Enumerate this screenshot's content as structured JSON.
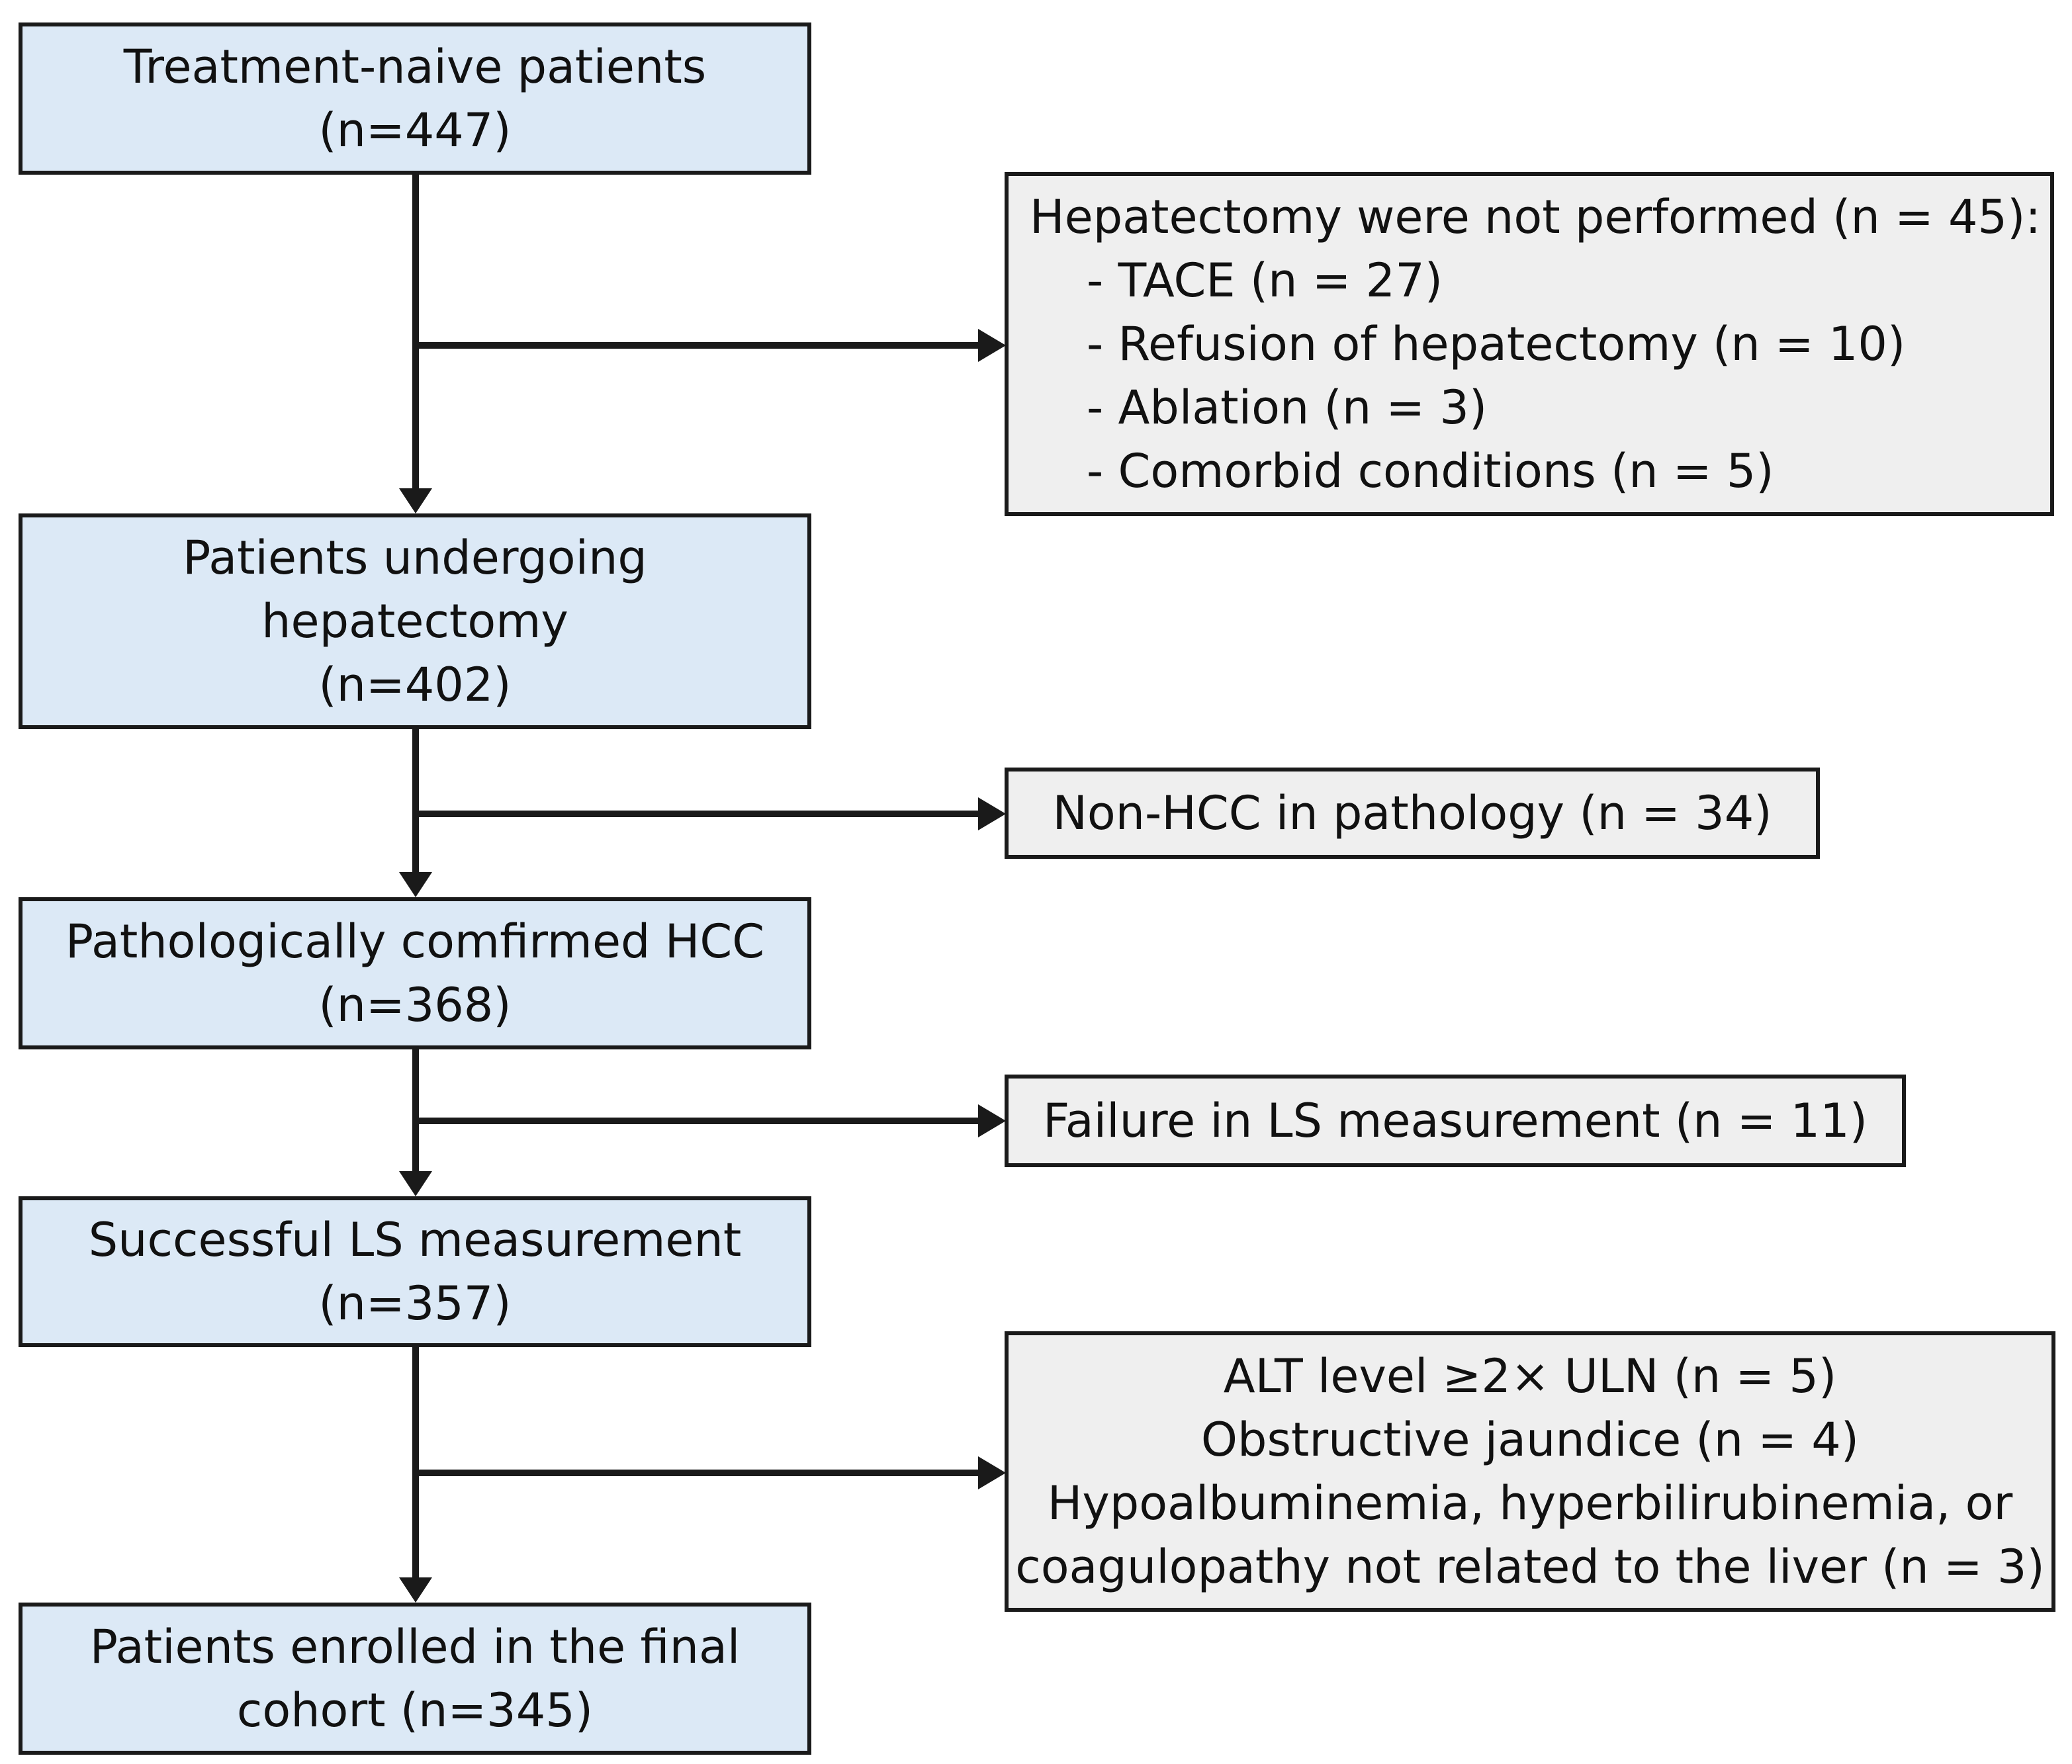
{
  "flow": {
    "main_boxes": [
      {
        "lines": [
          "Treatment-naive patients",
          "(n=447)"
        ]
      },
      {
        "lines": [
          "Patients undergoing",
          "hepatectomy",
          "(n=402)"
        ]
      },
      {
        "lines": [
          "Pathologically comfirmed HCC",
          "(n=368)"
        ]
      },
      {
        "lines": [
          "Successful LS measurement",
          "(n=357)"
        ]
      },
      {
        "lines": [
          "Patients enrolled in the final",
          "cohort (n=345)"
        ]
      }
    ],
    "exclusions": [
      {
        "title": "Hepatectomy were not performed (n = 45):",
        "items": [
          "- TACE (n = 27)",
          "- Refusion of hepatectomy (n = 10)",
          "- Ablation (n = 3)",
          "- Comorbid conditions (n = 5)"
        ]
      },
      {
        "lines": [
          "Non-HCC in pathology (n = 34)"
        ]
      },
      {
        "lines": [
          "Failure in LS measurement (n = 11)"
        ]
      },
      {
        "lines": [
          "ALT level ≥2× ULN (n = 5)",
          "Obstructive jaundice (n = 4)",
          "Hypoalbuminemia, hyperbilirubinemia, or",
          "coagulopathy not related to the liver (n = 3)"
        ]
      }
    ]
  },
  "colors": {
    "main_fill": "#dce9f6",
    "exclusion_fill": "#efefef",
    "stroke": "#1a1a1a"
  }
}
